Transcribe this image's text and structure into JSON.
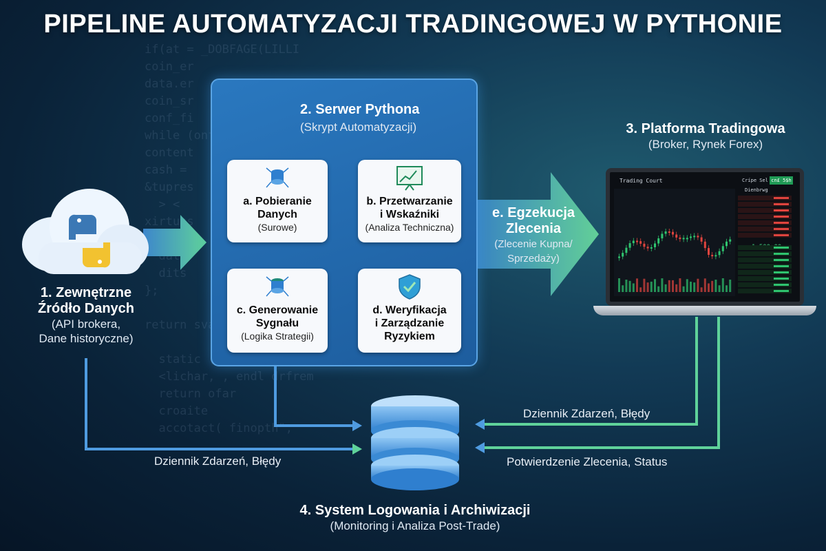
{
  "title": "PIPELINE AUTOMATYZACJI TRADINGOWEJ W PYTHONIE",
  "code_background": "if(at = _DOBFAGE(LILLI\ncoin_er\ndata.er\ncoin_sr\nconf_fi\nwhile (onf_\ncontent\ncash =\n&tupres\n  > <\nxirtuss\n  pito\n  data\n  dits\n};\n\nreturn svaTChamRimgdbam(\n\n  static (fogresgalenn) {\n  <lichar, , endl drfrem\n  return ofar\n  croaite\n  accotact( finopth\",",
  "source": {
    "title": "1. Zewnętrzne Źródło Danych",
    "sub1": "(API brokera,",
    "sub2": "Dane historyczne)"
  },
  "server": {
    "title": "2. Serwer Pythona",
    "subtitle": "(Skrypt Automatyzacji)",
    "steps": [
      {
        "title1": "a. Pobieranie",
        "title2": "Danych",
        "sub": "(Surowe)"
      },
      {
        "title1": "b. Przetwarzanie",
        "title2": "i Wskaźniki",
        "sub": "(Analiza Techniczna)"
      },
      {
        "title1": "c. Generowanie",
        "title2": "Sygnału",
        "sub": "(Logika Strategii)"
      },
      {
        "title1": "d. Weryfikacja",
        "title2": "i Zarządzanie",
        "title3": "Ryzykiem"
      }
    ]
  },
  "execution": {
    "title1": "e. Egzekucja",
    "title2": "Zlecenia",
    "sub1": "(Zlecenie Kupna/",
    "sub2": "Sprzedaży)"
  },
  "platform": {
    "title": "3. Platforma Tradingowa",
    "subtitle": "(Broker, Rynek Forex)",
    "screen_title": "Trading Court",
    "screen_btn": "Crípe Sel",
    "screen_btn2": "cn£ 5$h",
    "panel_title": "Dienbrwg",
    "price": "1.500.00"
  },
  "logging": {
    "title": "4. System Logowania i Archiwizacji",
    "subtitle": "(Monitoring i Analiza Post-Trade)"
  },
  "flows": {
    "left_log": "Dziennik Zdarzeń, Błędy",
    "right_log": "Dziennik Zdarzeń, Błędy",
    "confirm": "Potwierdzenie Zlecenia, Status"
  },
  "colors": {
    "blue_flow": "#4f9be0",
    "green_flow": "#5fd29a",
    "server_bg": "#1d5d9e"
  }
}
